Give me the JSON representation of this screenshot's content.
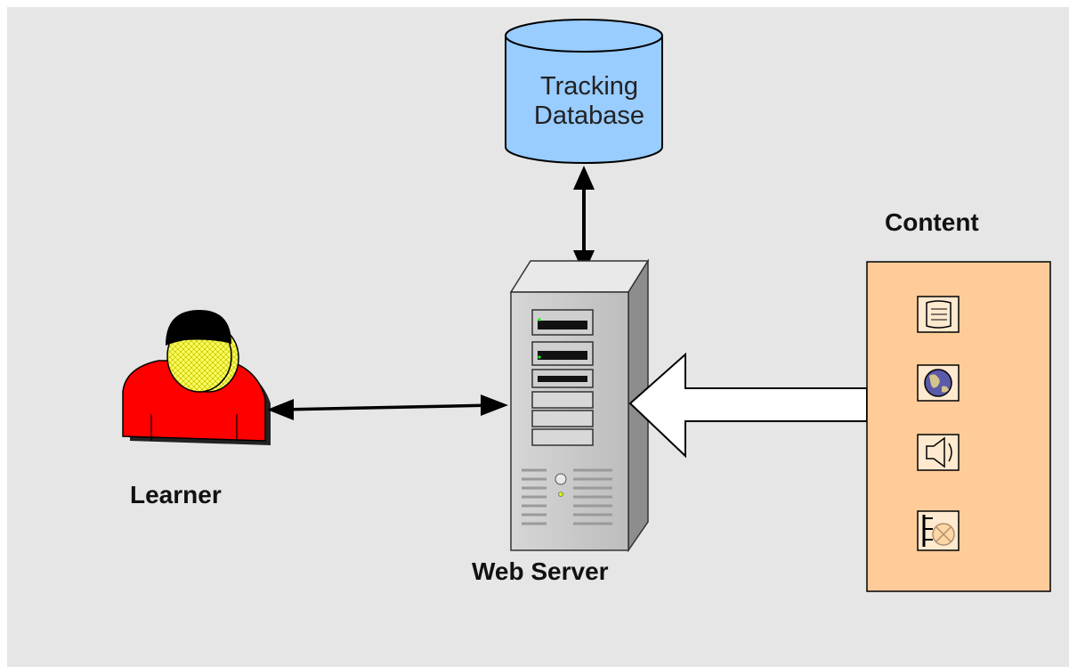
{
  "database": {
    "line1": "Tracking",
    "line2": "Database",
    "fill": "#99ccff"
  },
  "labels": {
    "content": "Content",
    "learner": "Learner",
    "web_server": "Web Server"
  },
  "colors": {
    "background": "#e6e6e6",
    "content_box": "#ffcc99",
    "learner_shirt": "#ff0000",
    "learner_face": "#ffff66"
  },
  "content_icons": [
    "document-icon",
    "globe-icon",
    "speaker-icon",
    "video-icon"
  ]
}
